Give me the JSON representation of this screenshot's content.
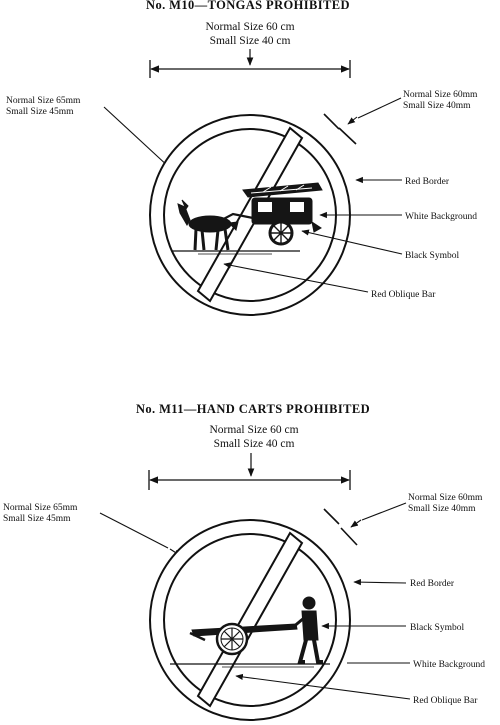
{
  "signs": [
    {
      "title": "No. M10—TONGAS PROHIBITED",
      "overall_normal": "Normal Size 60 cm",
      "overall_small": "Small Size 40 cm",
      "border_normal": "Normal Size 65mm",
      "border_small": "Small Size 45mm",
      "bar_normal": "Normal Size 60mm",
      "bar_small": "Small Size 40mm",
      "labels": {
        "red_border": "Red Border",
        "white_background": "White Background",
        "black_symbol": "Black Symbol",
        "red_oblique_bar": "Red Oblique Bar"
      },
      "symbol_icon": "horse-drawn-tonga-icon"
    },
    {
      "title": "No. M11—HAND CARTS PROHIBITED",
      "overall_normal": "Normal Size 60 cm",
      "overall_small": "Small Size 40 cm",
      "border_normal": "Normal Size 65mm",
      "border_small": "Small Size 45mm",
      "bar_normal": "Normal Size 60mm",
      "bar_small": "Small Size 40mm",
      "labels": {
        "red_border": "Red Border",
        "black_symbol": "Black Symbol",
        "white_background": "White Background",
        "red_oblique_bar": "Red Oblique Bar"
      },
      "symbol_icon": "hand-cart-puller-icon"
    }
  ]
}
